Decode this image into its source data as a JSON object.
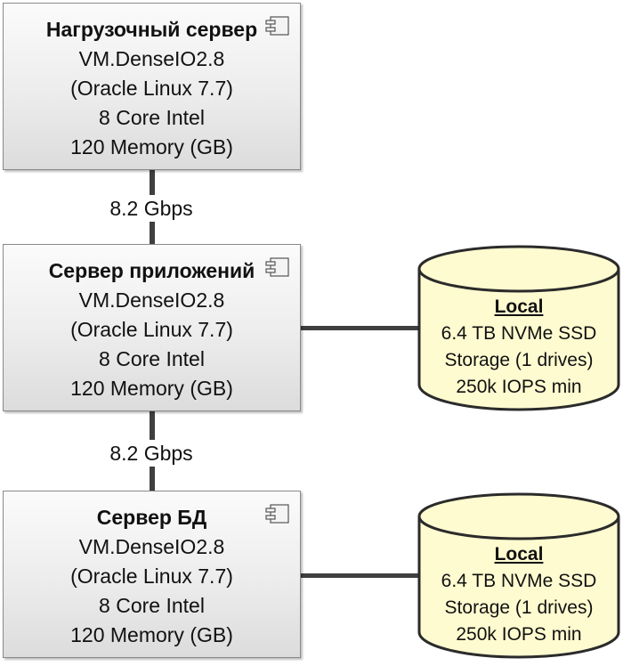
{
  "servers": [
    {
      "title": "Нагрузочный сервер",
      "shape": "VM.DenseIO2.8",
      "os": "(Oracle Linux 7.7)",
      "cpu": "8 Core Intel",
      "memory": "120 Memory (GB)"
    },
    {
      "title": "Сервер приложений",
      "shape": "VM.DenseIO2.8",
      "os": "(Oracle Linux 7.7)",
      "cpu": "8 Core Intel",
      "memory": "120 Memory (GB)"
    },
    {
      "title": "Сервер БД",
      "shape": "VM.DenseIO2.8",
      "os": "(Oracle Linux 7.7)",
      "cpu": "8 Core Intel",
      "memory": "120 Memory (GB)"
    }
  ],
  "links": [
    {
      "label": "8.2 Gbps"
    },
    {
      "label": "8.2 Gbps"
    }
  ],
  "storages": [
    {
      "title": "Local",
      "line1": "6.4 TB NVMe SSD",
      "line2": "Storage (1 drives)",
      "line3": "250k IOPS min"
    },
    {
      "title": "Local",
      "line1": "6.4 TB NVMe SSD",
      "line2": "Storage (1 drives)",
      "line3": "250k IOPS min"
    }
  ],
  "colors": {
    "storage_fill": "#fffbd0",
    "connector": "#3f3f3f",
    "box_border": "#8a8a8a"
  },
  "icons": {
    "server": "uml-component-icon",
    "storage": "database-cylinder-icon"
  }
}
